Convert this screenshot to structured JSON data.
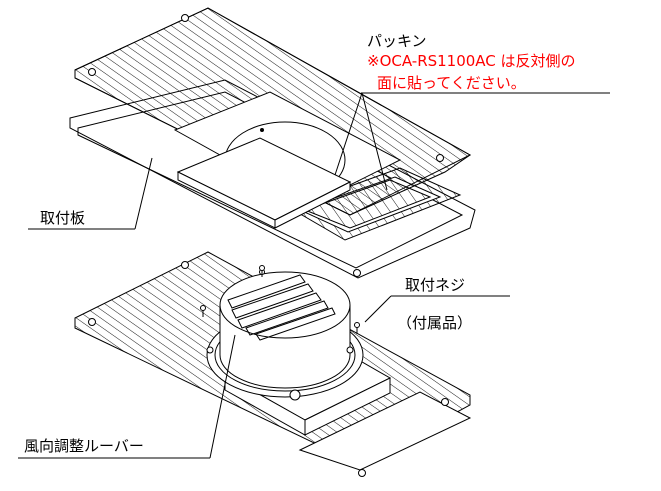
{
  "labels": {
    "packing": "パッキン",
    "note_line1": "※OCA-RS1100AC は反対側の",
    "note_line2": "面に貼ってください。",
    "mounting_plate": "取付板",
    "mounting_screw": "取付ネジ",
    "accessory": "（付属品）",
    "louver": "風向調整ルーバー"
  },
  "colors": {
    "note": "#ff0000",
    "line": "#000000"
  }
}
